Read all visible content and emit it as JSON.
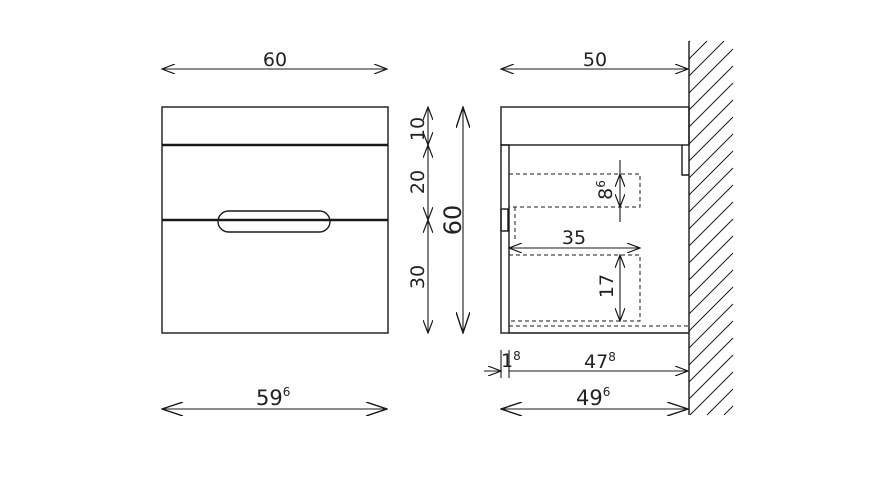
{
  "front_view": {
    "top_width": "60",
    "bottom_width_main": "59",
    "bottom_width_sup": "6",
    "heights": {
      "top": "10",
      "middle": "20",
      "bottom": "30",
      "total": "60"
    }
  },
  "side_view": {
    "depth_top": "50",
    "drawer_height_upper_main": "8",
    "drawer_height_upper_sup": "6",
    "drawer_depth": "35",
    "drawer_height_lower": "17",
    "gap_main": "1",
    "gap_sup": "8",
    "inner_main": "47",
    "inner_sup": "8",
    "outer_main": "49",
    "outer_sup": "6"
  }
}
